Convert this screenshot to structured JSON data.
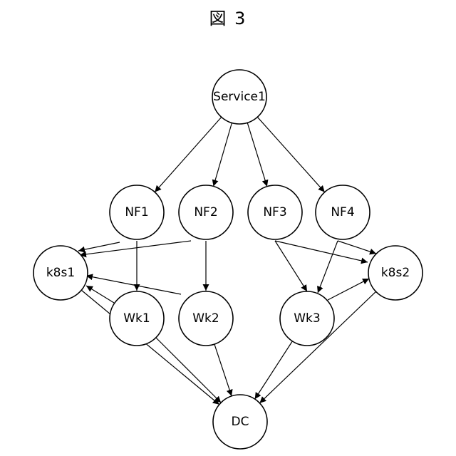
{
  "figure": {
    "title": "図 3"
  },
  "nodes": [
    {
      "id": "service1",
      "label": "Service1"
    },
    {
      "id": "nf1",
      "label": "NF1"
    },
    {
      "id": "nf2",
      "label": "NF2"
    },
    {
      "id": "nf3",
      "label": "NF3"
    },
    {
      "id": "nf4",
      "label": "NF4"
    },
    {
      "id": "k8s1",
      "label": "k8s1"
    },
    {
      "id": "k8s2",
      "label": "k8s2"
    },
    {
      "id": "wk1",
      "label": "Wk1"
    },
    {
      "id": "wk2",
      "label": "Wk2"
    },
    {
      "id": "wk3",
      "label": "Wk3"
    },
    {
      "id": "dc",
      "label": "DC"
    }
  ],
  "edges": [
    {
      "from": "service1",
      "to": "nf1"
    },
    {
      "from": "service1",
      "to": "nf2"
    },
    {
      "from": "service1",
      "to": "nf3"
    },
    {
      "from": "service1",
      "to": "nf4"
    },
    {
      "from": "nf1",
      "to": "k8s1"
    },
    {
      "from": "nf1",
      "to": "wk1"
    },
    {
      "from": "nf2",
      "to": "k8s1"
    },
    {
      "from": "nf2",
      "to": "wk2"
    },
    {
      "from": "nf3",
      "to": "wk3"
    },
    {
      "from": "nf3",
      "to": "k8s2"
    },
    {
      "from": "nf4",
      "to": "wk3"
    },
    {
      "from": "nf4",
      "to": "k8s2"
    },
    {
      "from": "wk1",
      "to": "k8s1"
    },
    {
      "from": "wk2",
      "to": "k8s1"
    },
    {
      "from": "wk3",
      "to": "k8s2"
    },
    {
      "from": "k8s1",
      "to": "dc"
    },
    {
      "from": "wk1",
      "to": "dc"
    },
    {
      "from": "wk2",
      "to": "dc"
    },
    {
      "from": "wk3",
      "to": "dc"
    },
    {
      "from": "k8s2",
      "to": "dc"
    }
  ]
}
